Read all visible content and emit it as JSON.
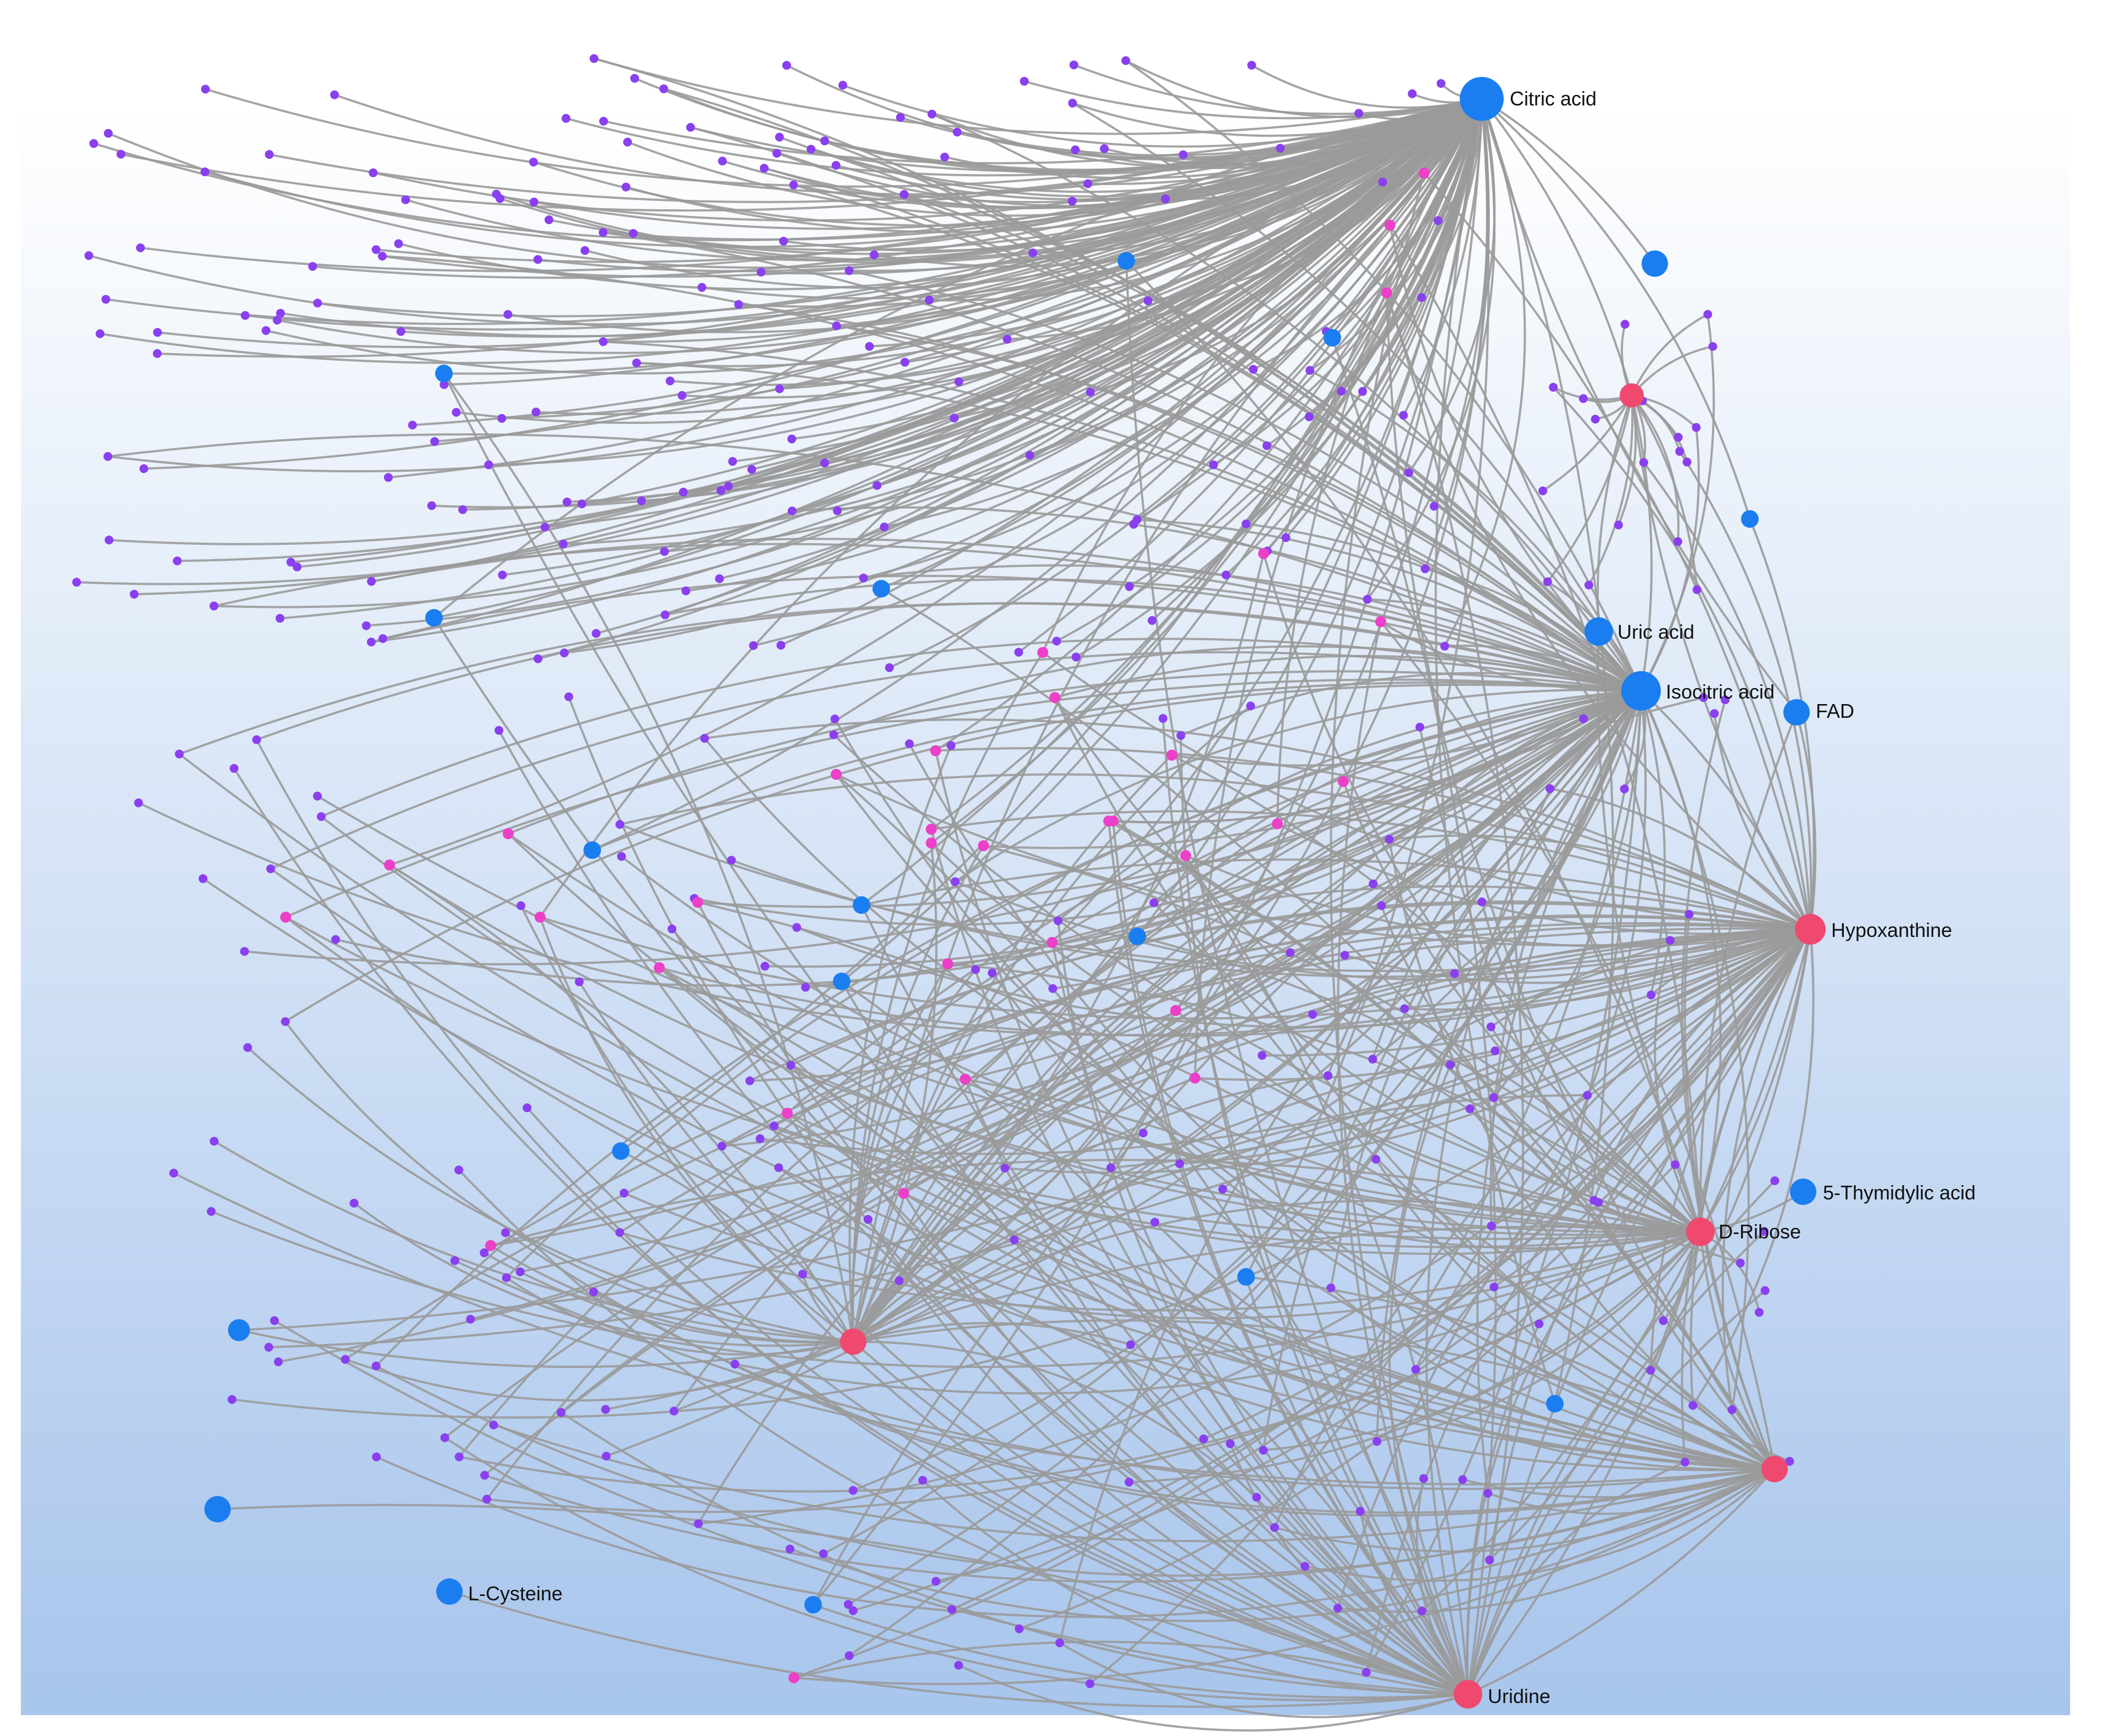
{
  "colors": {
    "metabolite_hub": "#1a7ef0",
    "pink_hub": "#f0496f",
    "pink_small": "#ec40c8",
    "purple_small": "#8a3ff0",
    "edge": "#9a9a9a",
    "background_top": "#ffffff",
    "background_bottom": "#a8c5ec"
  },
  "labels": {
    "citric": "Citric acid",
    "uric": "Uric acid",
    "isocitric": "Isocitric acid",
    "fad": "FAD",
    "hypoxanthine": "Hypoxanthine",
    "thymidylic": "5-Thymidylic acid",
    "ribose": "D-Ribose",
    "cysteine": "L-Cysteine",
    "uridine": "Uridine"
  }
}
